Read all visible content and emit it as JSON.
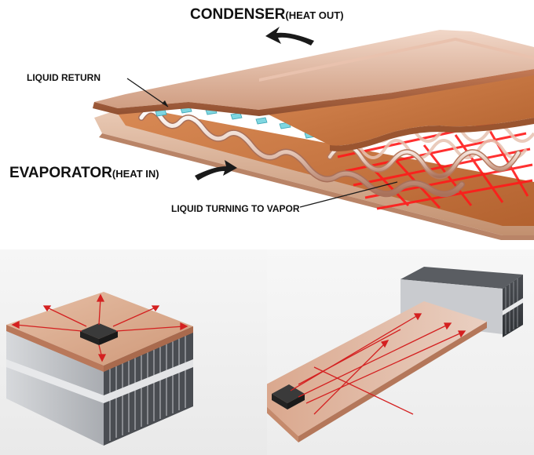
{
  "labels": {
    "condenser_main": "CONDENSER",
    "condenser_sub": "(HEAT OUT)",
    "liquid_return": "LIQUID RETURN",
    "evaporator_main": "EVAPORATOR",
    "evaporator_sub": "(HEAT IN)",
    "liquid_turning_to_vapor": "LIQUID TURNING TO VAPOR"
  },
  "colors": {
    "copper": "#d6a488",
    "copper_dark": "#b87454",
    "wick_brown": "#c4703a",
    "vapor_red": "#ff1a1a",
    "liquid_blue": "#7fd6e0",
    "aluminum": "#c9cbcf",
    "fin_dark": "#3a3d42",
    "chip": "#2d2d2d",
    "arrow": "#1a1a1a"
  }
}
